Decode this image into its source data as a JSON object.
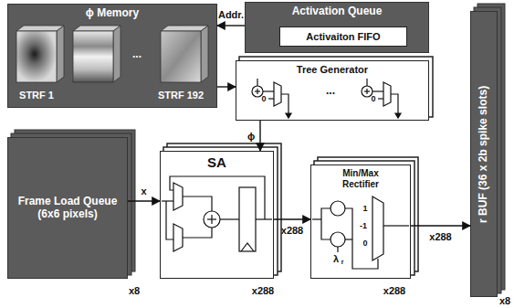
{
  "diagram": {
    "nodes": [
      {
        "text": [
          "ϕ Memory"
        ]
      },
      {
        "text": [
          "Activation Queue"
        ]
      },
      {
        "text": [
          "Activaiton FIFO"
        ],
        "in": 1
      },
      {
        "text": [
          "Tree Generator"
        ]
      },
      {
        "text": [
          "Frame Load Queue (6x6 pixels)"
        ]
      },
      {
        "text": [
          "SA"
        ]
      },
      {
        "text": [
          "Min/Max Rectifier"
        ]
      },
      {
        "text": [
          "r BUF (36 x 2b spike slots)"
        ]
      }
    ],
    "edges": [
      {
        "from": 1,
        "to": 0,
        "label": "Addr.",
        "arrow": "to"
      },
      {
        "from": 0,
        "to": 3,
        "arrow": "to"
      },
      {
        "from": 3,
        "to": 5,
        "label": "ϕ",
        "arrow": "to"
      },
      {
        "from": 4,
        "to": 5,
        "label": "x",
        "arrow": "to"
      },
      {
        "from": 5,
        "to": 6,
        "label": "x288",
        "arrow": "to"
      },
      {
        "from": 6,
        "to": 7,
        "label": "x288",
        "arrow": "to"
      }
    ],
    "labels": [
      "STRF 1",
      "...",
      "STRF 192",
      "0",
      "...",
      "0",
      "x8",
      "x288",
      "x288",
      "x8",
      "<",
      ">",
      "λ",
      "r",
      "1",
      "-1",
      "0"
    ]
  }
}
